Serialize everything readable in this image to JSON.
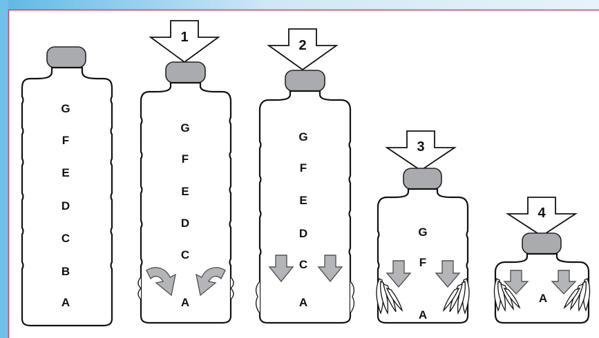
{
  "colors": {
    "background_top": "#cfe8f6",
    "background_left": "#6fc0ea",
    "frame_border": "#d0405a",
    "cap": "#a9abae",
    "grey_arrow": "#b3b5b8"
  },
  "bottles": [
    {
      "labels": [
        "G",
        "F",
        "E",
        "D",
        "C",
        "B",
        "A"
      ]
    },
    {
      "step": "1",
      "labels": [
        "G",
        "F",
        "E",
        "D",
        "C",
        "A"
      ]
    },
    {
      "step": "2",
      "labels": [
        "G",
        "F",
        "E",
        "D",
        "C",
        "A"
      ]
    },
    {
      "step": "3",
      "labels": [
        "G",
        "F",
        "A"
      ]
    },
    {
      "step": "4",
      "labels": [
        "A"
      ]
    }
  ]
}
